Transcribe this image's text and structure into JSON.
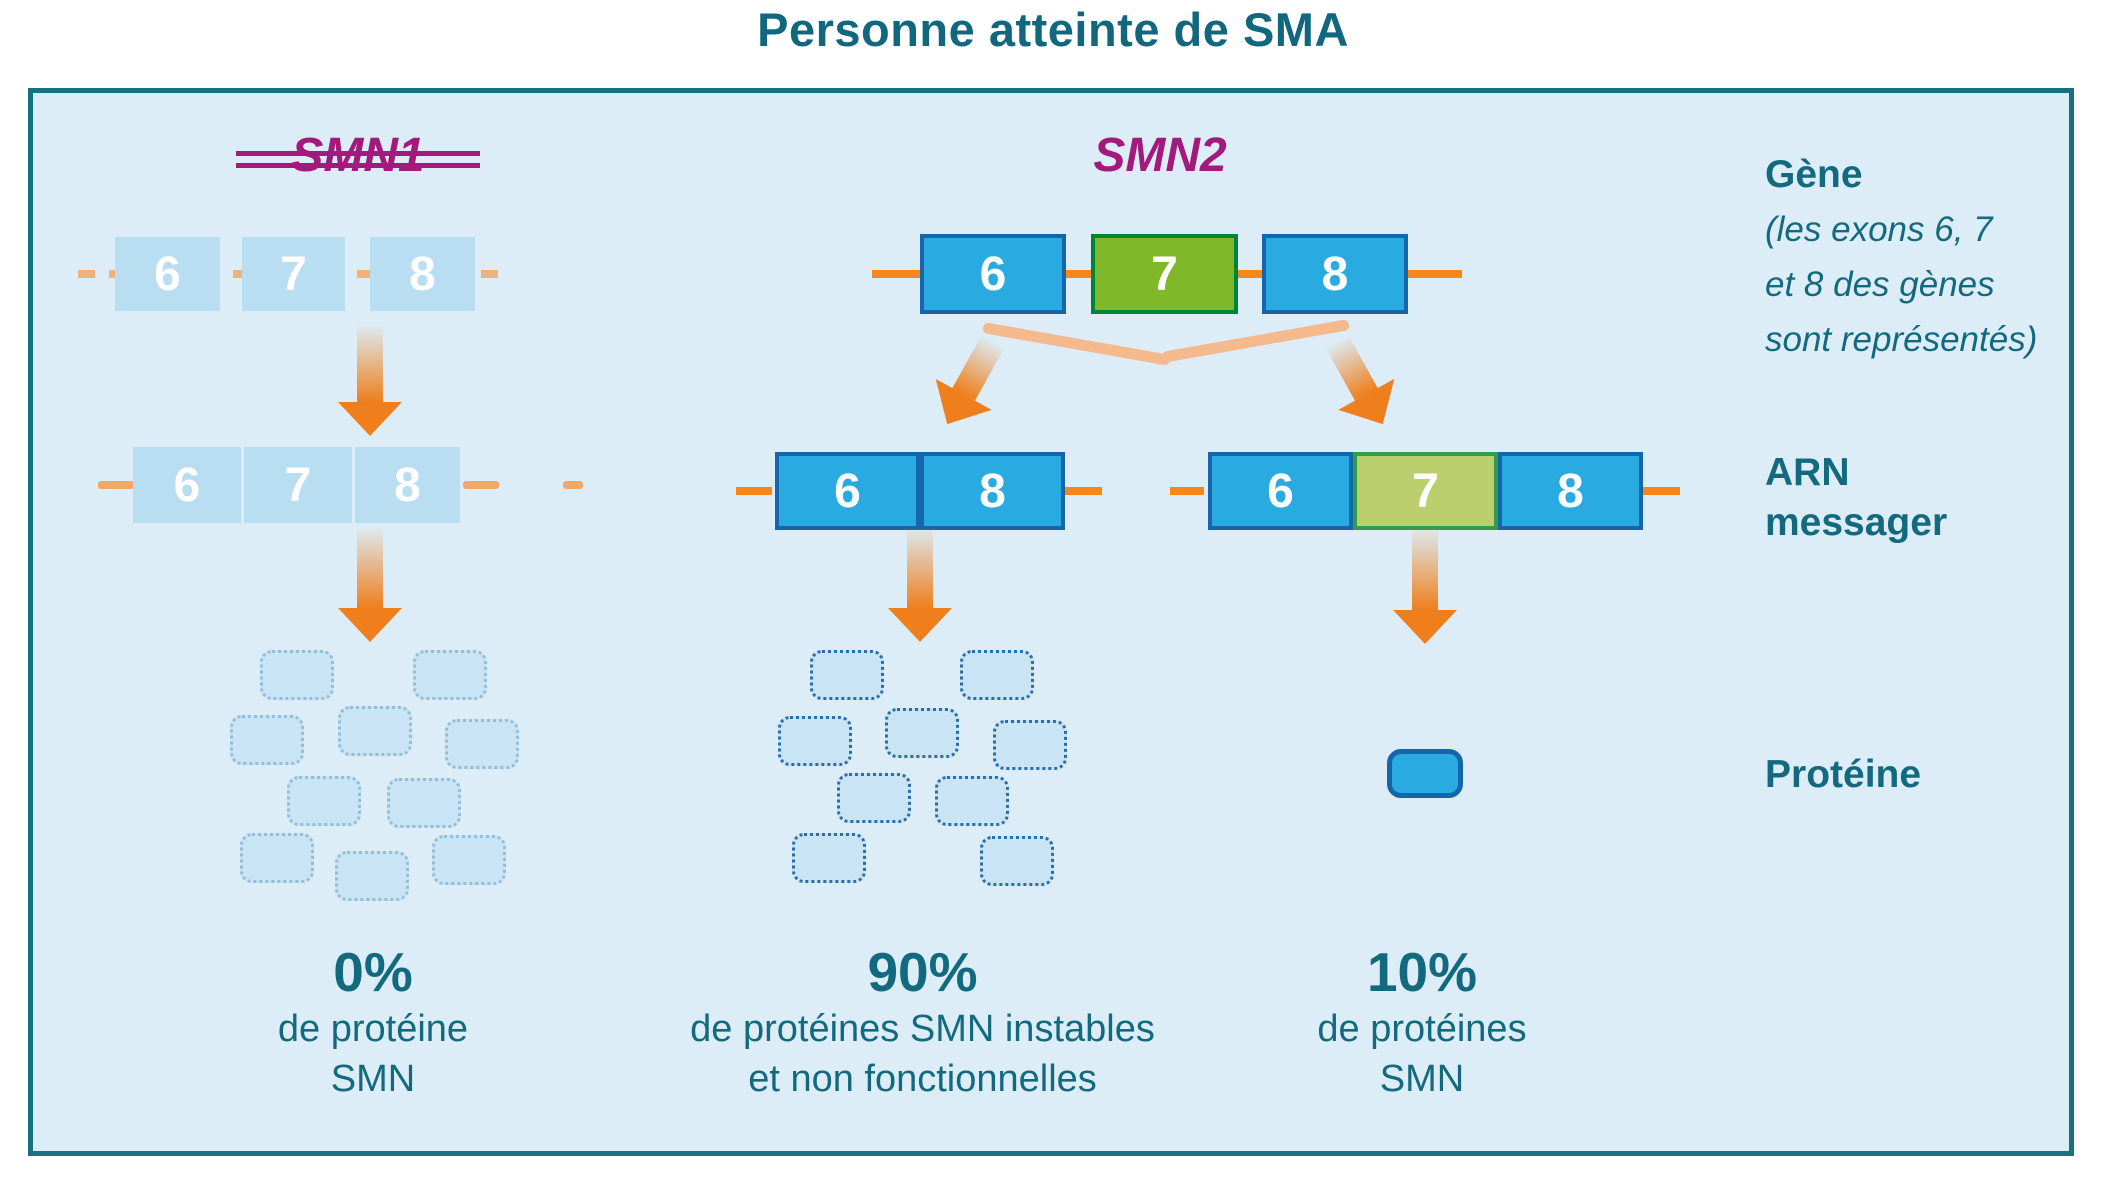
{
  "title": "Personne atteinte de SMA",
  "colors": {
    "teal_text": "#136a7e",
    "magenta": "#a21a7b",
    "bright_blue": "#29abe2",
    "dark_blue_border": "#1565ab",
    "gene_green": "#7fb92a",
    "gene_green_border": "#00843c",
    "mrna_green": "#bccf6e",
    "mrna_green_border": "#2f9e4c",
    "faded_exon_blue": "#b9ddf1",
    "orange": "#f5871f",
    "faded_orange": "#f0b27a",
    "panel_bg": "#dcedf8",
    "panel_border": "#17727f",
    "protein_fill": "#c9e4f5",
    "protein_dots_faded": "#93bed9",
    "protein_dots_dark": "#2a6ea8"
  },
  "smn1": {
    "label": "SMN1",
    "gene_exons": [
      "6",
      "7",
      "8"
    ],
    "mrna_exons": [
      "6",
      "7",
      "8"
    ],
    "protein_count": 10,
    "result_percent": "0%",
    "result_line1": "de protéine",
    "result_line2": "SMN"
  },
  "smn2": {
    "label": "SMN2",
    "gene_exons": [
      "6",
      "7",
      "8"
    ],
    "mrna_skip7_exons": [
      "6",
      "8"
    ],
    "mrna_full_exons": [
      "6",
      "7",
      "8"
    ],
    "unstable_protein_count": 9,
    "functional_protein_count": 1,
    "result_unstable_percent": "90%",
    "result_unstable_line1": "de protéines SMN instables",
    "result_unstable_line2": "et non fonctionnelles",
    "result_functional_percent": "10%",
    "result_functional_line1": "de protéines",
    "result_functional_line2": "SMN"
  },
  "side_labels": {
    "gene": "Gène",
    "gene_note_lines": [
      "(les exons 6, 7",
      "et 8 des gènes",
      "sont représentés)"
    ],
    "mrna_lines": [
      "ARN",
      "messager"
    ],
    "protein": "Protéine"
  }
}
